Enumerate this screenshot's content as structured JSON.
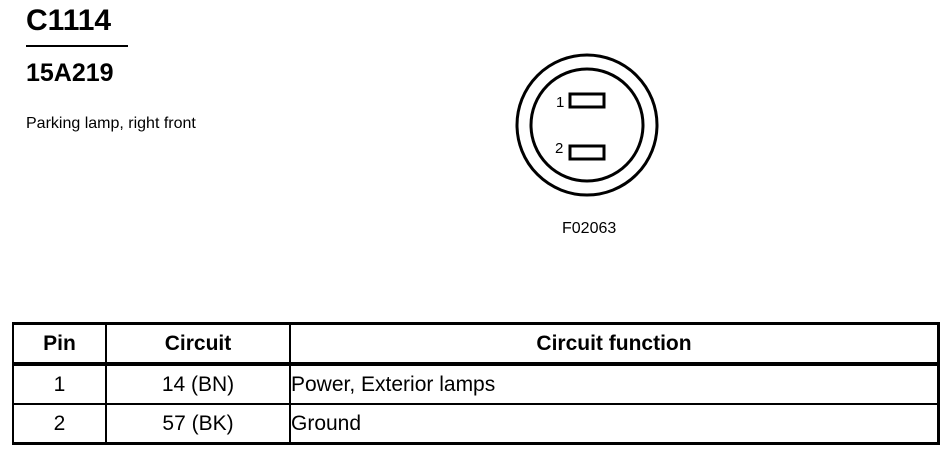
{
  "connector": {
    "id": "C1114",
    "part_number": "15A219",
    "description": "Parking lamp, right front"
  },
  "diagram": {
    "pin_labels": [
      "1",
      "2"
    ],
    "figure_code": "F02063"
  },
  "table": {
    "headers": [
      "Pin",
      "Circuit",
      "Circuit function"
    ],
    "rows": [
      {
        "pin": "1",
        "circuit": "14 (BN)",
        "function": "Power, Exterior lamps"
      },
      {
        "pin": "2",
        "circuit": "57 (BK)",
        "function": "Ground"
      }
    ]
  }
}
